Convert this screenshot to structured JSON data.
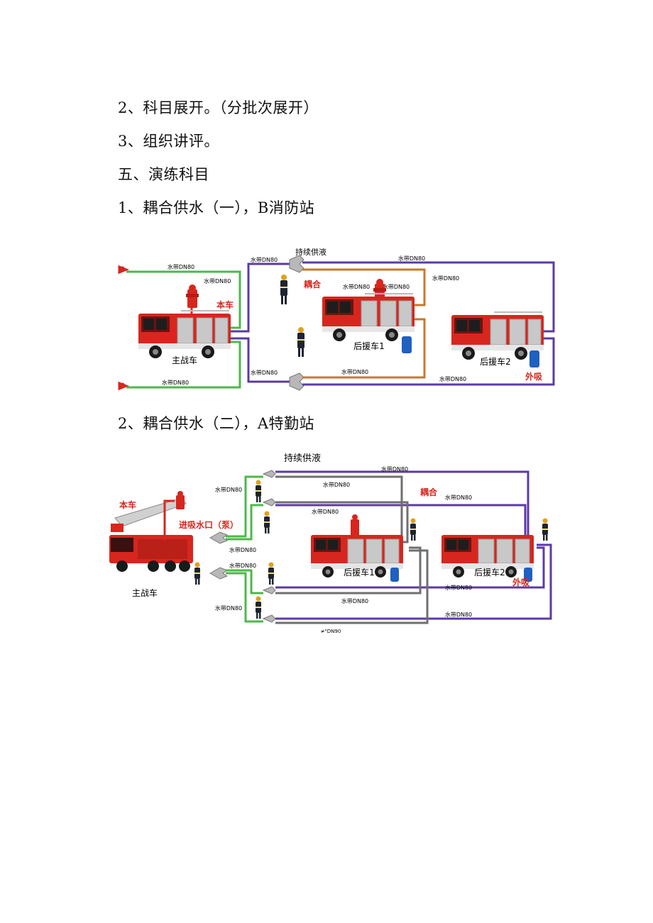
{
  "lines": {
    "l1": "2、科目展开。（分批次展开）",
    "l2": "3、组织讲评。",
    "l3": "五、演练科目",
    "l4": "1、耦合供水（一），B消防站",
    "l5": "2、耦合供水（二），A特勤站"
  },
  "diagram1": {
    "title": "持续供液",
    "hose": "水带DN80",
    "coupling": "耦合",
    "own_truck": "本车",
    "main_truck": "主战车",
    "support1": "后援车1",
    "support2": "后援车2",
    "external_suction": "外吸"
  },
  "diagram2": {
    "title": "持续供液",
    "hose": "水带DN80",
    "hose_bottom": "≠\"DN90",
    "coupling": "耦合",
    "own_truck": "本车",
    "inlet": "进吸水口（泵）",
    "main_truck": "主战车",
    "support1": "后援车1",
    "support2": "后援车2",
    "external_suction": "外吸"
  },
  "colors": {
    "truck_red": "#d7261e",
    "hose_green": "#4cb84a",
    "hose_purple": "#5b3aa6",
    "hose_orange": "#c8782a",
    "hose_gray": "#6f6f6f",
    "label_red": "#d7261e"
  }
}
